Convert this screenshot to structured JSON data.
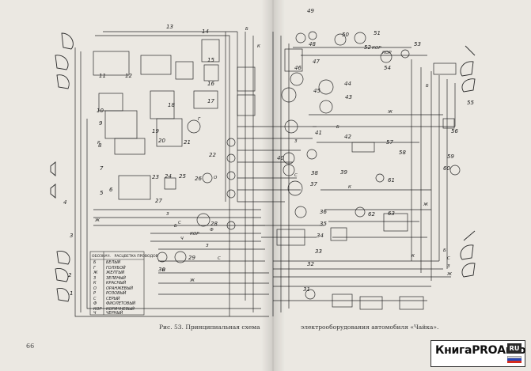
{
  "caption": {
    "left": "Рис. 53. Принципиальная схема",
    "right": "электрооборудования автомобиля «Чайка»."
  },
  "page_number": "66",
  "watermark": {
    "text": "КнигаPROАвто",
    "tld": "RU"
  },
  "legend": {
    "header_code": "ОБОЗНАЧ.",
    "header_name": "РАСЦВЕТКА ПРОВОДОВ",
    "rows": [
      {
        "code": "Б",
        "name": "БЕЛЫЙ"
      },
      {
        "code": "Г",
        "name": "ГОЛУБОЙ"
      },
      {
        "code": "Ж",
        "name": "ЖЕЛТЫЙ"
      },
      {
        "code": "З",
        "name": "ЗЕЛЕНЫЙ"
      },
      {
        "code": "К",
        "name": "КРАСНЫЙ"
      },
      {
        "code": "О",
        "name": "ОРАНЖЕВЫЙ"
      },
      {
        "code": "Р",
        "name": "РОЗОВЫЙ"
      },
      {
        "code": "С",
        "name": "СЕРЫЙ"
      },
      {
        "code": "Ф",
        "name": "ФИОЛЕТОВЫЙ"
      },
      {
        "code": "КОР",
        "name": "КОРИЧНЕВЫЙ"
      },
      {
        "code": "Ч",
        "name": "ЧЕРНЫЙ"
      }
    ]
  },
  "component_numbers": [
    "1",
    "2",
    "3",
    "4",
    "5",
    "6",
    "7",
    "8",
    "9",
    "10",
    "11",
    "12",
    "13",
    "14",
    "15",
    "16",
    "17",
    "18",
    "19",
    "20",
    "21",
    "22",
    "23",
    "24",
    "25",
    "26",
    "27",
    "28",
    "29",
    "30",
    "31",
    "32",
    "33",
    "34",
    "35",
    "36",
    "37",
    "38",
    "39",
    "40",
    "41",
    "42",
    "43",
    "44",
    "45",
    "46",
    "47",
    "48",
    "49",
    "50",
    "51",
    "52",
    "53",
    "54",
    "55",
    "56",
    "57",
    "58",
    "59",
    "60",
    "61",
    "62",
    "63"
  ],
  "wire_labels": [
    "Б",
    "К",
    "Ж",
    "З",
    "С",
    "Г",
    "Р",
    "Ф",
    "Ч",
    "КОР",
    "О",
    "Б",
    "К",
    "Ж",
    "З",
    "С",
    "Б",
    "КОР",
    "Ж",
    "К",
    "С",
    "З",
    "Б",
    "Ж",
    "К",
    "С",
    "З",
    "Б",
    "Ж",
    "КОР"
  ],
  "colors": {
    "paper": "#ebe8e2",
    "ink": "#2a2a2a"
  }
}
